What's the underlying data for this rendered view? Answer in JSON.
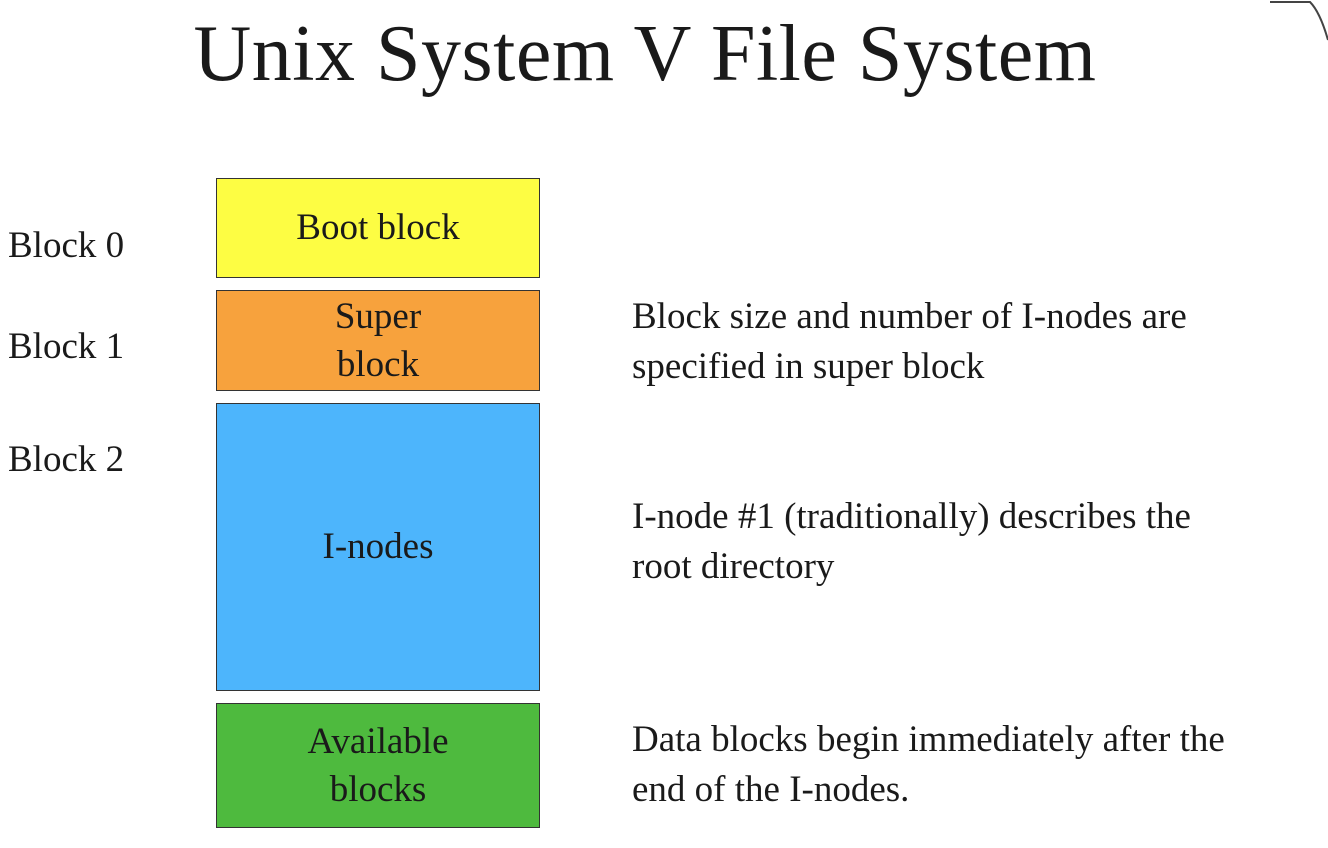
{
  "title": "Unix System V File System",
  "colors": {
    "boot": "#fdfd43",
    "super": "#f7a23d",
    "inodes": "#4db5fc",
    "available": "#4eba3e"
  },
  "block_labels": [
    "Block 0",
    "Block 1",
    "Block 2"
  ],
  "boxes": {
    "boot": {
      "lines": [
        "Boot block"
      ]
    },
    "super": {
      "lines": [
        "Super",
        "block"
      ]
    },
    "inodes": {
      "lines": [
        "I-nodes"
      ]
    },
    "available": {
      "lines": [
        "Available",
        "blocks"
      ]
    }
  },
  "descriptions": {
    "super": [
      "Block size and number of I-nodes are",
      "specified in super block"
    ],
    "inodes": [
      "I-node #1 (traditionally) describes the",
      "root directory"
    ],
    "available": [
      "Data blocks begin immediately after the",
      "end of the I-nodes."
    ]
  }
}
